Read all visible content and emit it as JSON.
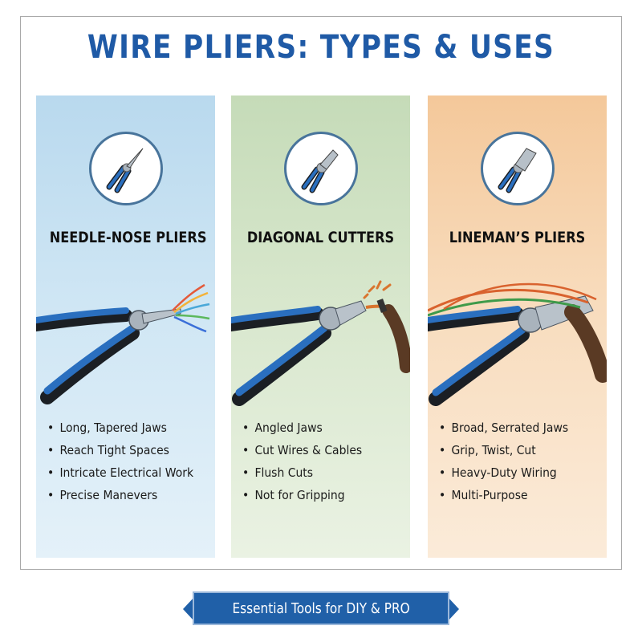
{
  "title": "WIRE PLIERS: TYPES & USES",
  "panels": [
    {
      "name": "NEEDLE-NOSE PLIERS",
      "icon": "needle-nose-pliers-icon",
      "bullets": [
        "Long, Tapered Jaws",
        "Reach Tight Spaces",
        "Intricate Electrical Work",
        "Precise Manevers"
      ]
    },
    {
      "name": "DIAGONAL CUTTERS",
      "icon": "diagonal-cutters-icon",
      "bullets": [
        "Angled Jaws",
        "Cut Wires & Cables",
        "Flush Cuts",
        "Not for Gripping"
      ]
    },
    {
      "name": "LINEMAN’S PLIERS",
      "icon": "linemans-pliers-icon",
      "bullets": [
        "Broad, Serrated Jaws",
        "Grip, Twist, Cut",
        "Heavy-Duty Wiring",
        "Multi-Purpose"
      ]
    }
  ],
  "banner": "Essential Tools for DIY & PRO",
  "colors": {
    "title": "#1f5aa6",
    "handle_blue": "#2a6fbf",
    "handle_black": "#1b1f24",
    "steel": "#a9b3bc",
    "banner": "#2060a8"
  }
}
